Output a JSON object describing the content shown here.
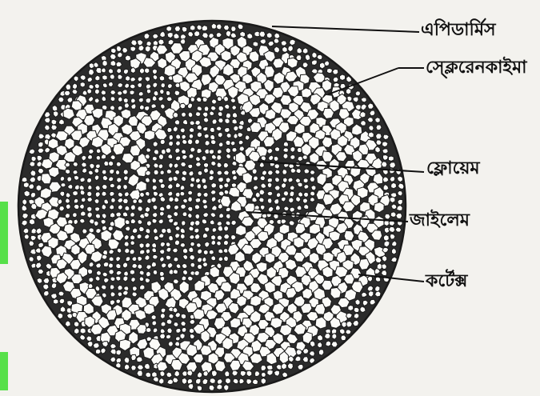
{
  "labels": {
    "epidermis": "এপিডার্মিস",
    "sclerenchyma": "স্ক্লেরেনকাইমা",
    "phloem": "ফ্লোয়েম",
    "xylem": "জাইলেম",
    "cortex": "কর্টেক্স"
  },
  "colors": {
    "background": "#f3f2ee",
    "cell_wall": "#1a1a1a",
    "cell_fill": "#fbfbf8",
    "edge_marker": "#57e04a"
  }
}
